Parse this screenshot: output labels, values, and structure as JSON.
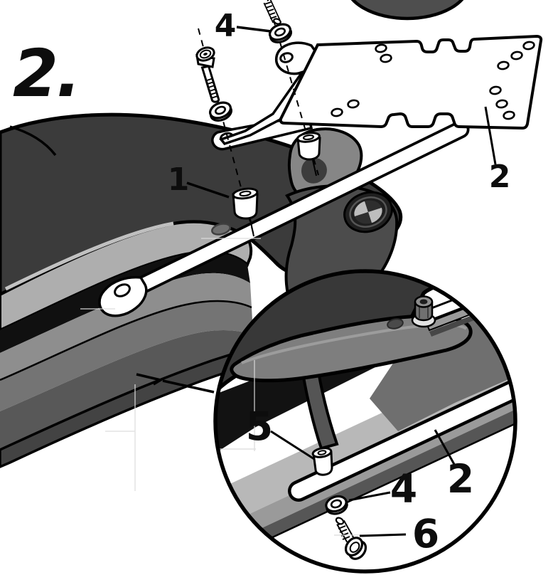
{
  "diagram": {
    "kind": "top case mounting instruction drawing",
    "step": {
      "label": "2."
    },
    "main_view": {
      "callout_washer_top": {
        "label": "4"
      },
      "callout_spacer": {
        "label": "1"
      },
      "callout_plate": {
        "label": "2"
      }
    },
    "detail_view": {
      "callout_spacer_small": {
        "label": "5"
      },
      "callout_tube": {
        "label": "2"
      },
      "callout_washer": {
        "label": "4"
      },
      "callout_screw": {
        "label": "6"
      }
    },
    "colors": {
      "line": "#000000",
      "background": "#ffffff",
      "seat": "#3b3b3b",
      "seat_detail": "#383838",
      "fairing_light": "#aeaeae",
      "fairing_mid": "#8e8e8e",
      "fairing_panel": "#747474",
      "fairing_dark": "#434343",
      "shadow": "#101010",
      "grab_rail": "#868686",
      "grab_rail_detail": "#6f6f6f",
      "tail_cowl": "#4c4c4c",
      "top_case": "#4e4e4e",
      "metal_part": "#ffffff"
    }
  }
}
